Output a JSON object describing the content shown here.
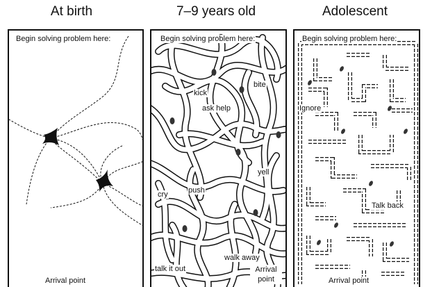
{
  "headings": [
    "At birth",
    "7–9 years old",
    "Adolescent"
  ],
  "panels": [
    {
      "start": "Begin solving problem here:",
      "end": "Arrival point",
      "labels": []
    },
    {
      "start": "Begin solving problem here:",
      "end": "Arrival point",
      "labels": [
        "kick",
        "bite",
        "ask help",
        "yell",
        "cry",
        "push",
        "walk away",
        "talk it out"
      ]
    },
    {
      "start": "Begin solving problem here:",
      "end": "Arrival point",
      "labels": [
        "Ignore",
        "Talk back"
      ]
    }
  ]
}
